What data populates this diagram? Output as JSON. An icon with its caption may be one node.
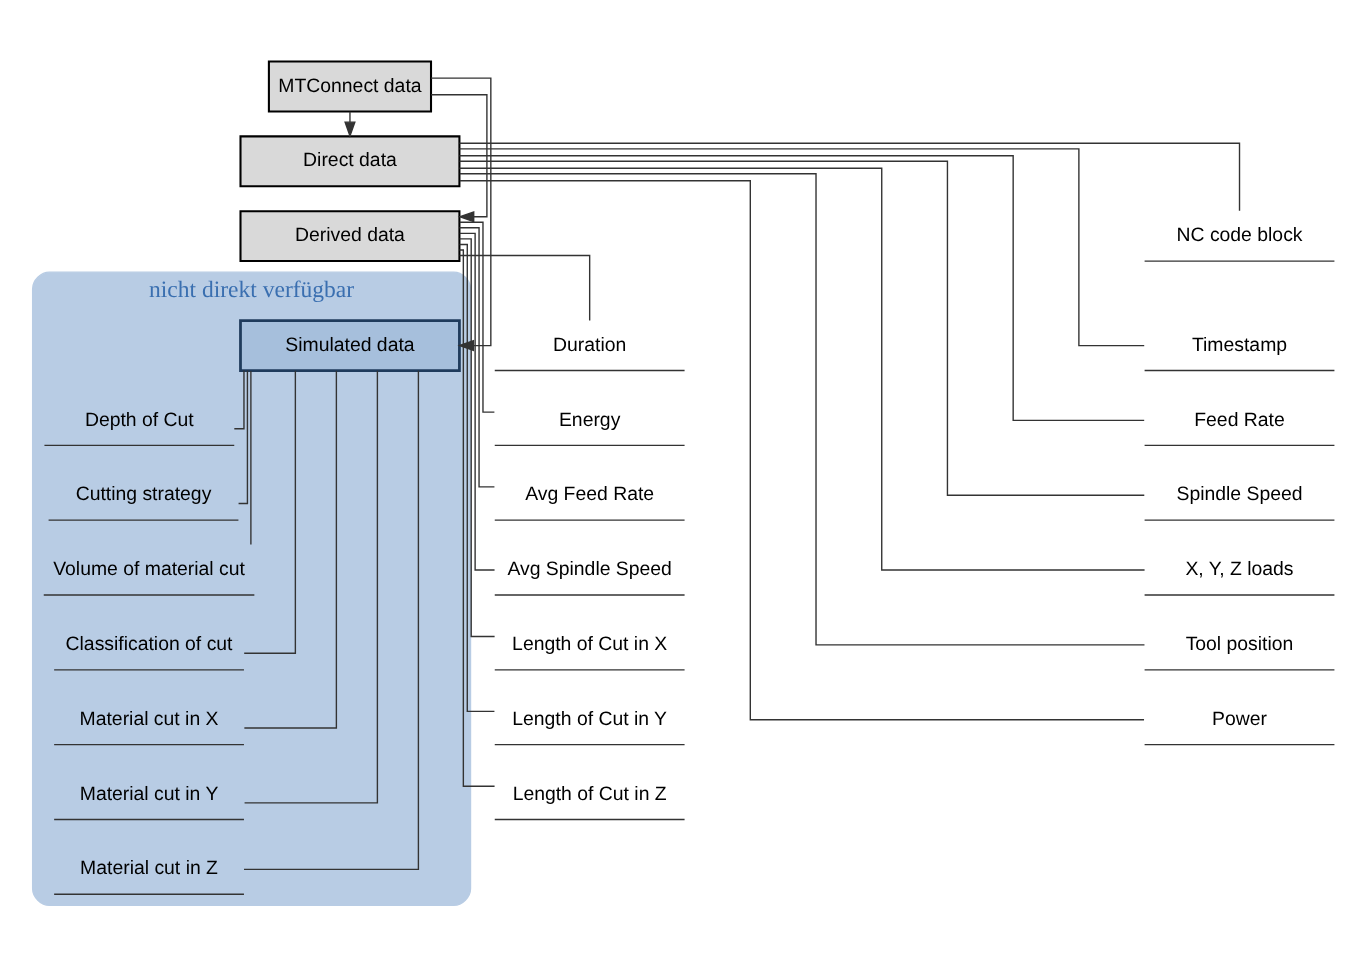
{
  "diagram": {
    "nodes": [
      {
        "text": [
          "MTConnect data"
        ]
      },
      {
        "text": [
          "Direct data"
        ]
      },
      {
        "text": [
          "Derived data"
        ]
      },
      {
        "text": [
          "nicht direkt verfügbar"
        ]
      },
      {
        "text": [
          "Simulated data"
        ],
        "in": 3
      },
      {
        "text": [
          "NC code block"
        ]
      },
      {
        "text": [
          "Timestamp"
        ]
      },
      {
        "text": [
          "Feed Rate"
        ]
      },
      {
        "text": [
          "Spindle Speed"
        ]
      },
      {
        "text": [
          "X, Y, Z loads"
        ]
      },
      {
        "text": [
          "Tool position"
        ]
      },
      {
        "text": [
          "Power"
        ]
      },
      {
        "text": [
          "Duration"
        ]
      },
      {
        "text": [
          "Energy"
        ]
      },
      {
        "text": [
          "Avg Feed Rate"
        ]
      },
      {
        "text": [
          "Avg Spindle Speed"
        ]
      },
      {
        "text": [
          "Length of Cut in X"
        ]
      },
      {
        "text": [
          "Length of Cut in Y"
        ]
      },
      {
        "text": [
          "Length of Cut in Z"
        ]
      },
      {
        "text": [
          "Depth of Cut"
        ],
        "in": 3
      },
      {
        "text": [
          "Cutting strategy"
        ],
        "in": 3
      },
      {
        "text": [
          "Volume of material cut"
        ],
        "in": 3
      },
      {
        "text": [
          "Classification of cut"
        ],
        "in": 3
      },
      {
        "text": [
          "Material cut in X"
        ],
        "in": 3
      },
      {
        "text": [
          "Material cut in Y"
        ],
        "in": 3
      },
      {
        "text": [
          "Material cut in Z"
        ],
        "in": 3
      }
    ],
    "edges": [
      {
        "from": 0,
        "to": 1,
        "arrow": "to"
      },
      {
        "from": 0,
        "to": 2,
        "arrow": "to"
      },
      {
        "from": 0,
        "to": 4,
        "arrow": "to"
      },
      {
        "from": 1,
        "to": 5,
        "arrow": "none"
      },
      {
        "from": 1,
        "to": 6,
        "arrow": "none"
      },
      {
        "from": 1,
        "to": 7,
        "arrow": "none"
      },
      {
        "from": 1,
        "to": 8,
        "arrow": "none"
      },
      {
        "from": 1,
        "to": 9,
        "arrow": "none"
      },
      {
        "from": 1,
        "to": 10,
        "arrow": "none"
      },
      {
        "from": 1,
        "to": 11,
        "arrow": "none"
      },
      {
        "from": 2,
        "to": 12,
        "arrow": "none"
      },
      {
        "from": 2,
        "to": 13,
        "arrow": "none"
      },
      {
        "from": 2,
        "to": 14,
        "arrow": "none"
      },
      {
        "from": 2,
        "to": 15,
        "arrow": "none"
      },
      {
        "from": 2,
        "to": 16,
        "arrow": "none"
      },
      {
        "from": 2,
        "to": 17,
        "arrow": "none"
      },
      {
        "from": 2,
        "to": 18,
        "arrow": "none"
      },
      {
        "from": 4,
        "to": 19,
        "arrow": "none"
      },
      {
        "from": 4,
        "to": 20,
        "arrow": "none"
      },
      {
        "from": 4,
        "to": 21,
        "arrow": "none"
      },
      {
        "from": 4,
        "to": 22,
        "arrow": "none"
      },
      {
        "from": 4,
        "to": 23,
        "arrow": "none"
      },
      {
        "from": 4,
        "to": 24,
        "arrow": "none"
      },
      {
        "from": 4,
        "to": 25,
        "arrow": "none"
      }
    ]
  }
}
